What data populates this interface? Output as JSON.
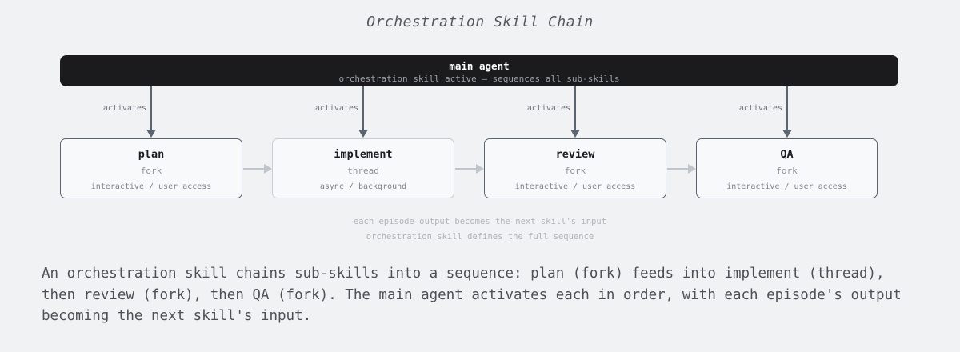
{
  "title": "Orchestration Skill Chain",
  "main_agent": {
    "label": "main agent",
    "subtitle": "orchestration skill active — sequences all sub-skills"
  },
  "activation": {
    "label": "activates"
  },
  "skills": [
    {
      "name": "plan",
      "type": "fork",
      "access": "interactive / user access"
    },
    {
      "name": "implement",
      "type": "thread",
      "access": "async / background"
    },
    {
      "name": "review",
      "type": "fork",
      "access": "interactive / user access"
    },
    {
      "name": "QA",
      "type": "fork",
      "access": "interactive / user access"
    }
  ],
  "flow": {
    "captions": [
      "each episode output becomes the next skill's input",
      "orchestration skill defines the full sequence"
    ]
  },
  "description": {
    "lines": [
      "An orchestration skill chains sub-skills into a sequence: plan (fork) feeds into implement (thread),",
      "then review (fork), then QA (fork). The main agent activates each in order, with each episode's output",
      "becoming the next skill's input."
    ]
  },
  "colors": {
    "bg": "#f1f2f3",
    "panel": "#1b1b1e",
    "bar_text": "#ffffff",
    "bar_subtext": "#9aa0a7",
    "title_text": "#54585d",
    "accent_border": "#5b6471",
    "muted_border": "#c9ced3",
    "arrow": "#5b6471",
    "connector": "#bfc5cb",
    "box_bg": "#f8f9fa",
    "box_title": "#1a1d21",
    "box_type": "#8d939b",
    "box_access": "#7d838b",
    "act_label": "#6e757d",
    "caption": "#b0b5ba",
    "paragraph": "#4c5157"
  }
}
